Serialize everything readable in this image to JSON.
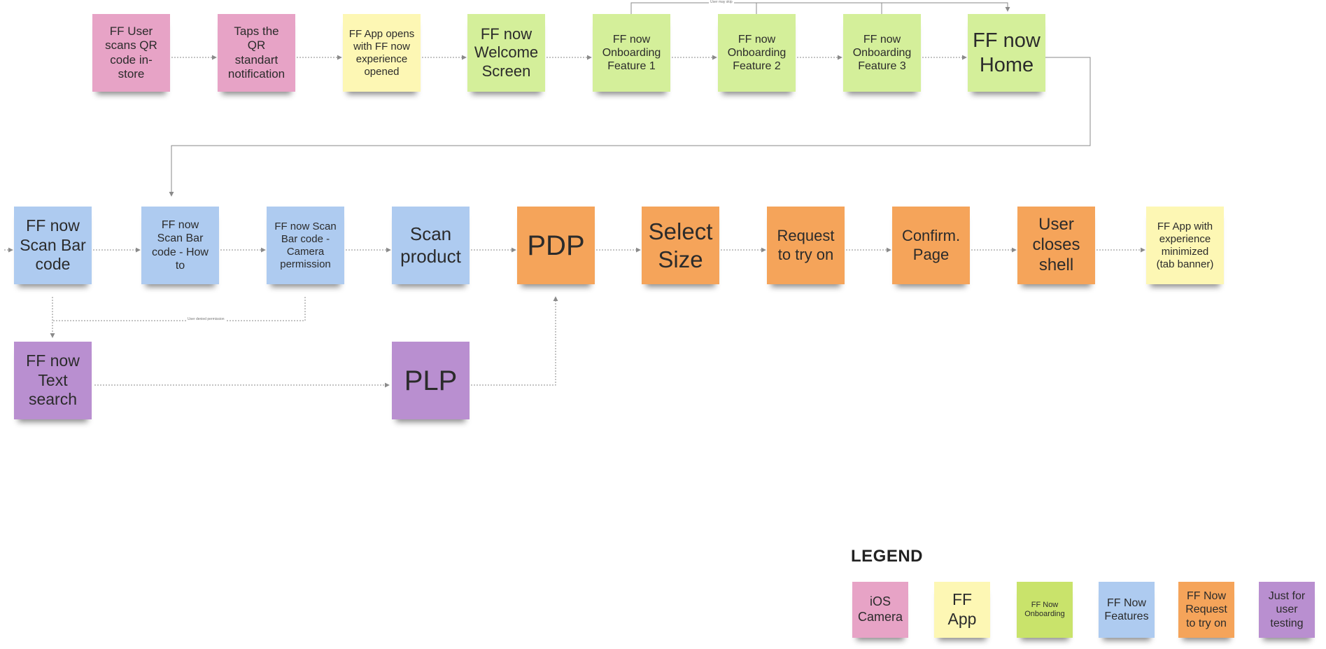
{
  "board": {
    "stickies": [
      {
        "id": "n1",
        "text": "FF User\nscans QR\ncode in-\nstore",
        "color": "pink",
        "fs": 17
      },
      {
        "id": "n2",
        "text": "Taps the\nQR\nstandart\nnotification",
        "color": "pink",
        "fs": 17
      },
      {
        "id": "n3",
        "text": "FF App opens\nwith FF now\nexperience\nopened",
        "color": "yellow",
        "fs": 15
      },
      {
        "id": "n4",
        "text": "FF now\nWelcome\nScreen",
        "color": "green",
        "fs": 22
      },
      {
        "id": "n5",
        "text": "FF now\nOnboarding\nFeature 1",
        "color": "green",
        "fs": 16
      },
      {
        "id": "n6",
        "text": "FF now\nOnboarding\nFeature 2",
        "color": "green",
        "fs": 16
      },
      {
        "id": "n7",
        "text": "FF now\nOnboarding\nFeature 3",
        "color": "green",
        "fs": 16
      },
      {
        "id": "n8",
        "text": "FF now\nHome",
        "color": "green",
        "fs": 29
      },
      {
        "id": "n9",
        "text": "FF now\nScan Bar\ncode",
        "color": "blue",
        "fs": 23
      },
      {
        "id": "n10",
        "text": "FF now\nScan Bar\ncode - How\nto",
        "color": "blue",
        "fs": 16
      },
      {
        "id": "n11",
        "text": "FF now Scan\nBar code -\nCamera\npermission",
        "color": "blue",
        "fs": 15
      },
      {
        "id": "n12",
        "text": "Scan\nproduct",
        "color": "blue",
        "fs": 26
      },
      {
        "id": "n13",
        "text": "PDP",
        "color": "orange",
        "fs": 40
      },
      {
        "id": "n14",
        "text": "Select\nSize",
        "color": "orange",
        "fs": 33
      },
      {
        "id": "n15",
        "text": "Request\nto try on",
        "color": "orange",
        "fs": 22
      },
      {
        "id": "n16",
        "text": "Confirm.\nPage",
        "color": "orange",
        "fs": 22
      },
      {
        "id": "n17",
        "text": "User\ncloses\nshell",
        "color": "orange",
        "fs": 24
      },
      {
        "id": "n18",
        "text": "FF App with\nexperience\nminimized\n(tab banner)",
        "color": "yellow",
        "fs": 15
      },
      {
        "id": "n19",
        "text": "FF now\nText\nsearch",
        "color": "purple",
        "fs": 23
      },
      {
        "id": "n20",
        "text": "PLP",
        "color": "purple",
        "fs": 40
      }
    ],
    "connector_labels": [
      {
        "id": "skip",
        "text": "User may skip"
      },
      {
        "id": "denied",
        "text": "User denied permission"
      }
    ]
  },
  "legend": {
    "title": "LEGEND",
    "items": [
      {
        "id": "l1",
        "text": "iOS\nCamera",
        "color": "pink",
        "fs": 18
      },
      {
        "id": "l2",
        "text": "FF\nApp",
        "color": "yellow",
        "fs": 23
      },
      {
        "id": "l3",
        "text": "FF Now\nOnboarding",
        "color": "lgreen",
        "fs": 11
      },
      {
        "id": "l4",
        "text": "FF Now\nFeatures",
        "color": "blue",
        "fs": 16
      },
      {
        "id": "l5",
        "text": "FF Now\nRequest\nto try on",
        "color": "orange",
        "fs": 16
      },
      {
        "id": "l6",
        "text": "Just for\nuser\ntesting",
        "color": "purple",
        "fs": 16
      }
    ]
  },
  "colors": {
    "pink": "#e7a3c6",
    "yellow": "#fdf7b4",
    "green": "#d4ef9a",
    "lgreen": "#c9e36b",
    "blue": "#aecbf0",
    "orange": "#f5a45a",
    "purple": "#b98fd0",
    "connector": "#8a8a8a"
  }
}
